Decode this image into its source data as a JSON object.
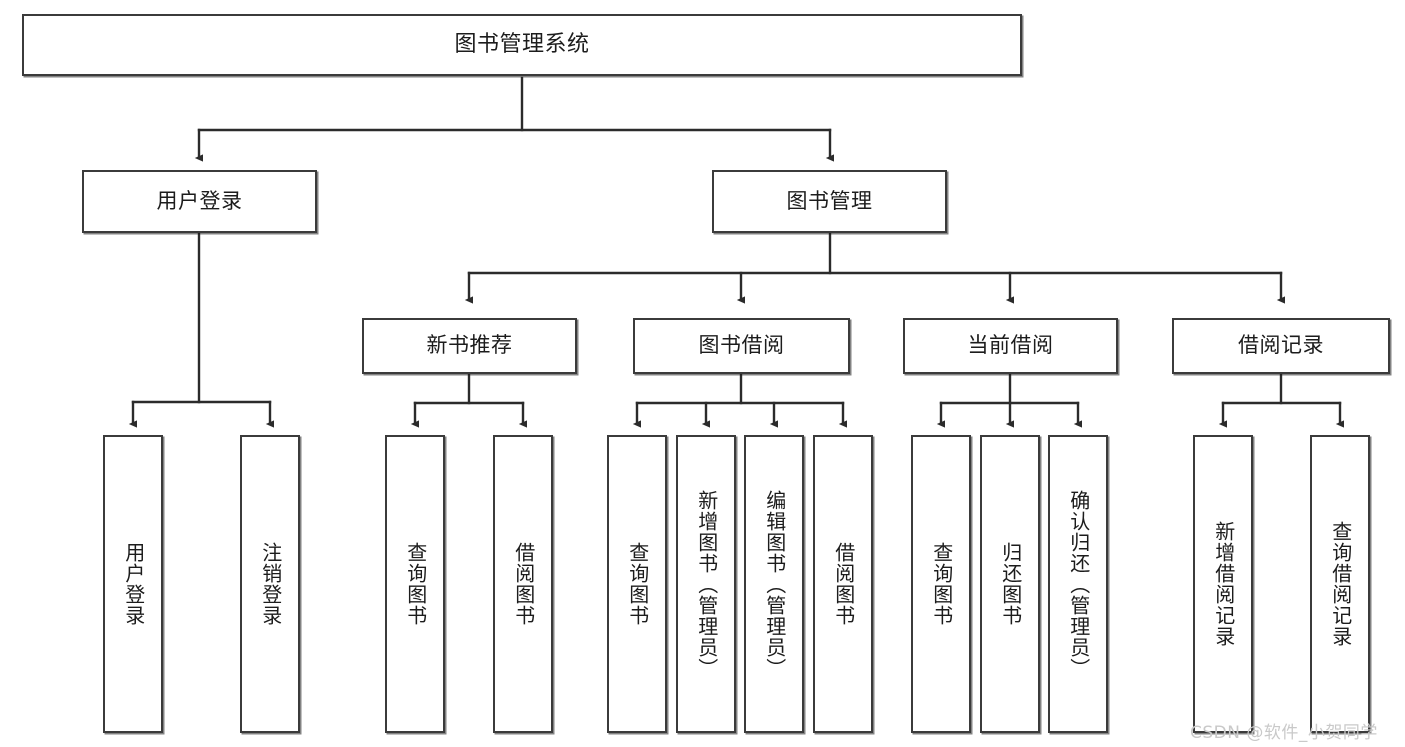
{
  "diagram": {
    "title": "图书管理系统",
    "type": "tree-hierarchy-chart",
    "watermark": "CSDN @软件_小贺同学",
    "colors": {
      "box_border": "#3b3b3b",
      "box_fill": "#ffffff",
      "connector": "#2b2b2b",
      "text": "#1c1c1c",
      "watermark": "#c9c9c9"
    },
    "levels": {
      "root": {
        "label": "图书管理系统"
      },
      "level2": [
        {
          "id": "user-login",
          "label": "用户登录"
        },
        {
          "id": "book-manage",
          "label": "图书管理"
        }
      ],
      "level3": [
        {
          "id": "new-book-rec",
          "label": "新书推荐"
        },
        {
          "id": "book-borrow",
          "label": "图书借阅"
        },
        {
          "id": "current-borrow",
          "label": "当前借阅"
        },
        {
          "id": "borrow-record",
          "label": "借阅记录"
        }
      ],
      "leaves": [
        {
          "id": "leaf-user-login",
          "label": "用户登录",
          "parent": "user-login"
        },
        {
          "id": "leaf-logout",
          "label": "注销登录",
          "parent": "user-login"
        },
        {
          "id": "leaf-query-book-1",
          "label": "查询图书",
          "parent": "new-book-rec"
        },
        {
          "id": "leaf-borrow-book-1",
          "label": "借阅图书",
          "parent": "new-book-rec"
        },
        {
          "id": "leaf-query-book-2",
          "label": "查询图书",
          "parent": "book-borrow"
        },
        {
          "id": "leaf-add-book",
          "label": "新增图书（管理员）",
          "parent": "book-borrow"
        },
        {
          "id": "leaf-edit-book",
          "label": "编辑图书（管理员）",
          "parent": "book-borrow"
        },
        {
          "id": "leaf-borrow-book-2",
          "label": "借阅图书",
          "parent": "book-borrow"
        },
        {
          "id": "leaf-query-book-3",
          "label": "查询图书",
          "parent": "current-borrow"
        },
        {
          "id": "leaf-return-book",
          "label": "归还图书",
          "parent": "current-borrow"
        },
        {
          "id": "leaf-confirm-return",
          "label": "确认归还（管理员）",
          "parent": "current-borrow"
        },
        {
          "id": "leaf-add-record",
          "label": "新增借阅记录",
          "parent": "borrow-record"
        },
        {
          "id": "leaf-query-record",
          "label": "查询借阅记录",
          "parent": "borrow-record"
        }
      ]
    }
  }
}
